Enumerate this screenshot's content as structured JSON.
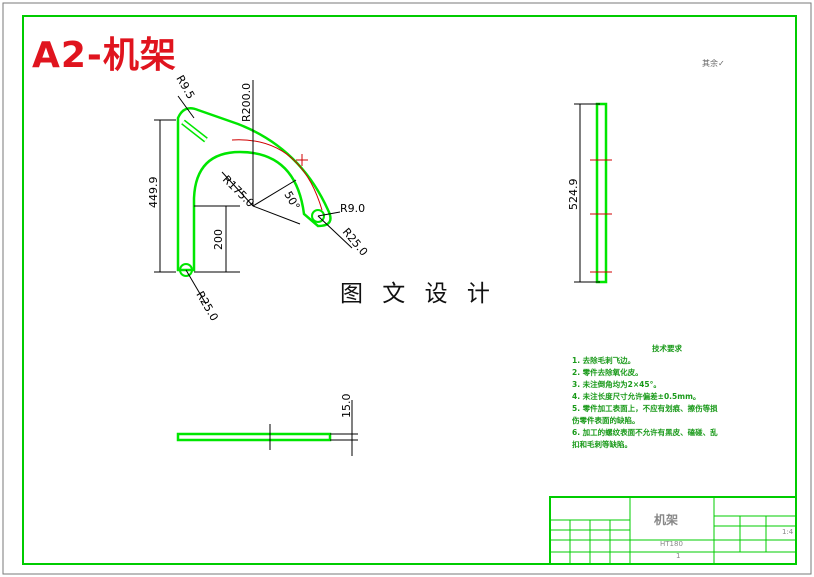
{
  "title": "A2-机架",
  "watermark": "图 文 设 计",
  "corner_mark": "其余✓",
  "dimensions": {
    "r9_5": "R9.5",
    "r200": "R200.0",
    "r175": "R175.0",
    "angle": "50°",
    "r9": "R9.0",
    "r25_right": "R25.0",
    "r25_bottom": "R25.0",
    "h449": "449.9",
    "h200": "200",
    "len524": "524.9",
    "t15": "15.0"
  },
  "notes": {
    "heading": "技术要求",
    "items": [
      "1. 去除毛刺飞边。",
      "2. 零件去除氧化皮。",
      "3. 未注倒角均为2×45°。",
      "4. 未注长度尺寸允许偏差±0.5mm。",
      "5. 零件加工表面上，不应有划痕、擦伤等损伤零件表面的缺陷。",
      "6. 加工的螺纹表面不允许有黑皮、磕碰、乱扣和毛刺等缺陷。"
    ]
  },
  "title_block": {
    "part_name": "机架",
    "material": "HT180",
    "scale": "1:4",
    "count": "1"
  },
  "colors": {
    "border": "#00cc00",
    "part": "#00e600",
    "dimension": "#000000",
    "title": "#e0141e",
    "center_line": "#d00000",
    "notes": "#1a9a1a"
  }
}
